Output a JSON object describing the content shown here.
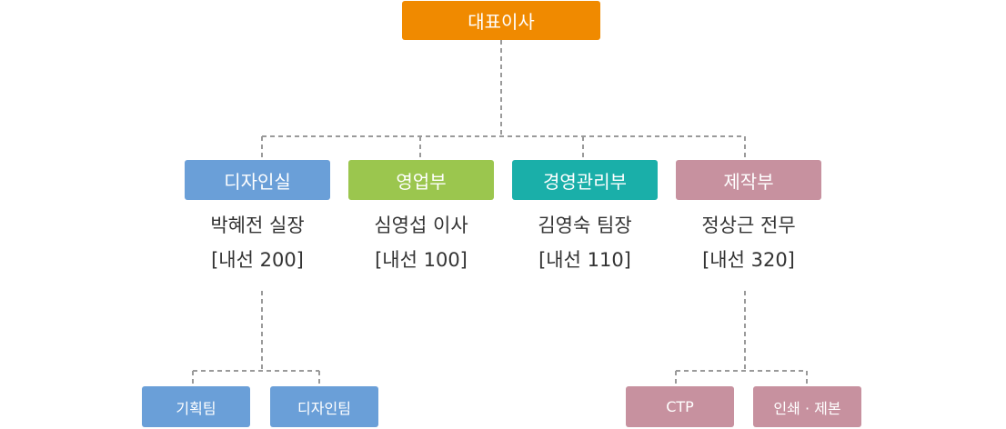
{
  "colors": {
    "ceo": "#F08A00",
    "design": "#6A9FD8",
    "sales": "#9BC64E",
    "management": "#1AAFA9",
    "production": "#C7919F",
    "connector": "#9A9A9A",
    "text": "#333333"
  },
  "ceo": {
    "label": "대표이사"
  },
  "departments": [
    {
      "label": "디자인실",
      "head": "박혜전 실장",
      "extension": "[내선 200]"
    },
    {
      "label": "영업부",
      "head": "심영섭 이사",
      "extension": "[내선 100]"
    },
    {
      "label": "경영관리부",
      "head": "김영숙 팀장",
      "extension": "[내선 110]"
    },
    {
      "label": "제작부",
      "head": "정상근 전무",
      "extension": "[내선 320]"
    }
  ],
  "design_teams": [
    {
      "label": "기획팀"
    },
    {
      "label": "디자인팀"
    }
  ],
  "production_teams": [
    {
      "label": "CTP"
    },
    {
      "label": "인쇄 · 제본"
    }
  ]
}
